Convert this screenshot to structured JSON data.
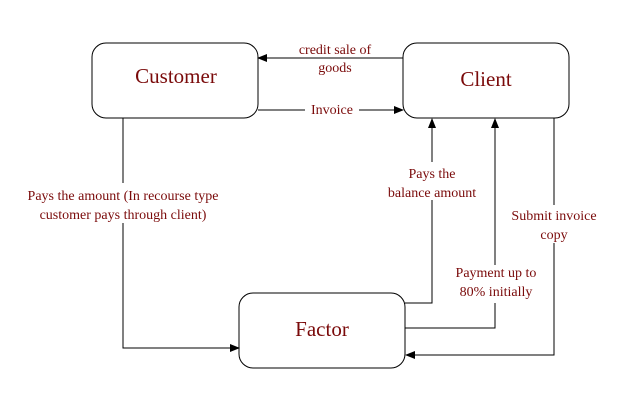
{
  "nodes": {
    "customer": {
      "label": "Customer"
    },
    "client": {
      "label": "Client"
    },
    "factor": {
      "label": "Factor"
    }
  },
  "edges": {
    "credit_sale": {
      "label_line1": "credit sale of",
      "label_line2": "goods"
    },
    "invoice": {
      "label": "Invoice"
    },
    "pays_amount": {
      "label_line1": "Pays the amount (In recourse type",
      "label_line2": "customer pays through client)"
    },
    "pays_balance": {
      "label_line1": "Pays the",
      "label_line2": "balance amount"
    },
    "submit_invoice": {
      "label_line1": "Submit invoice",
      "label_line2": "copy"
    },
    "payment_initial": {
      "label_line1": "Payment up to",
      "label_line2": "80% initially"
    }
  },
  "colors": {
    "text": "#7a0a0a",
    "lines": "#000000"
  }
}
